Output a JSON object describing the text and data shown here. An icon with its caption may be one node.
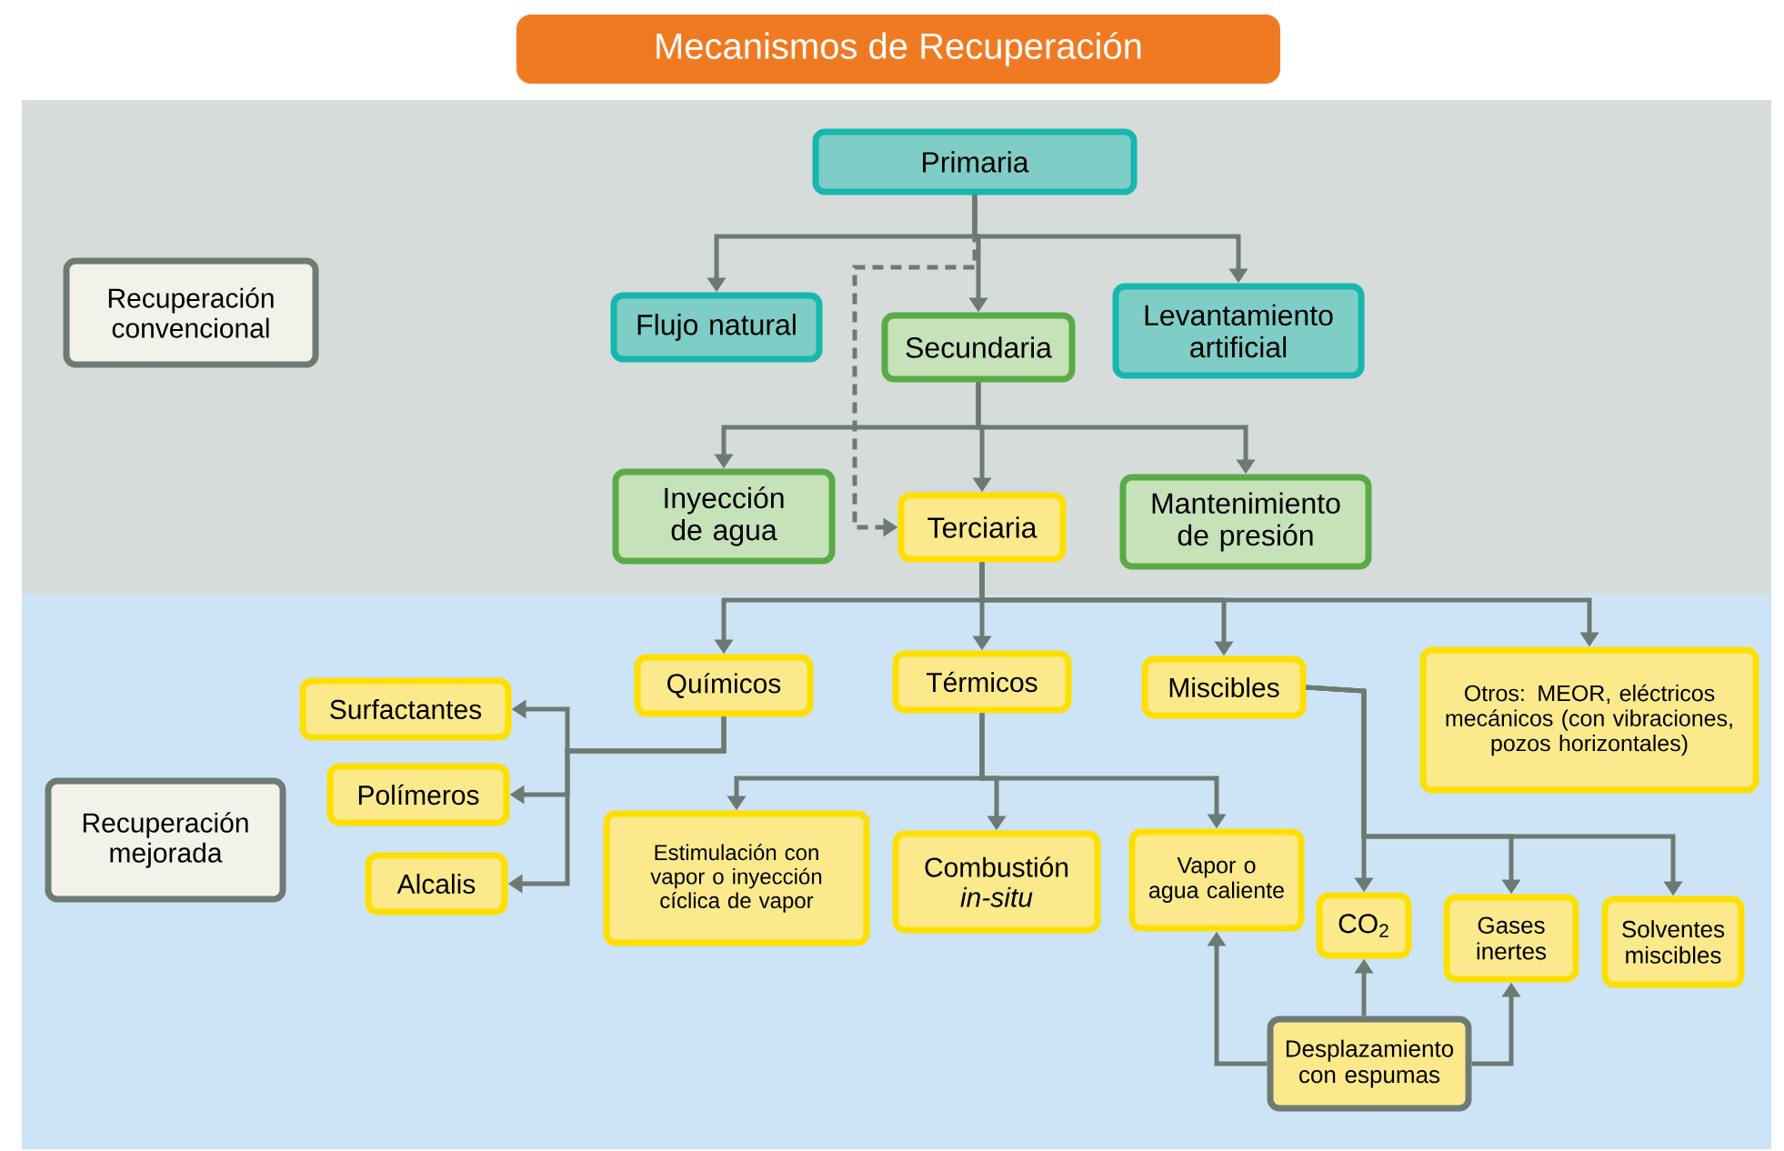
{
  "diagram": {
    "title": "Mecanismos de Recuperación",
    "nodes": [
      {
        "text": [
          "Recuperación convencional"
        ]
      },
      {
        "text": [
          "Primaria"
        ]
      },
      {
        "text": [
          "Flujo natural"
        ]
      },
      {
        "text": [
          "Secundaria"
        ]
      },
      {
        "text": [
          "Levantamiento artificial"
        ]
      },
      {
        "text": [
          "Inyección de agua"
        ]
      },
      {
        "text": [
          "Terciaria"
        ]
      },
      {
        "text": [
          "Mantenimiento de presión"
        ]
      },
      {
        "text": [
          "Recuperación mejorada"
        ]
      },
      {
        "text": [
          "Surfactantes"
        ]
      },
      {
        "text": [
          "Polímeros"
        ]
      },
      {
        "text": [
          "Alcalis"
        ]
      },
      {
        "text": [
          "Químicos"
        ]
      },
      {
        "text": [
          "Térmicos"
        ]
      },
      {
        "text": [
          "Miscibles"
        ]
      },
      {
        "text": [
          "Otros: MEOR, eléctricos mecánicos (con vibraciones, pozos horizontales)"
        ]
      },
      {
        "text": [
          "Estimulación con vapor o inyección cíclica de vapor"
        ]
      },
      {
        "text": [
          "Combustión *in-situ*"
        ]
      },
      {
        "text": [
          "Vapor o agua caliente"
        ]
      },
      {
        "text": [
          "CO$_{2}$"
        ]
      },
      {
        "text": [
          "Gases inertes"
        ]
      },
      {
        "text": [
          "Solventes miscibles"
        ]
      },
      {
        "text": [
          "Desplazamiento con espumas"
        ]
      }
    ],
    "edges": [
      {
        "from": 1,
        "to": 2,
        "arrow": "to"
      },
      {
        "from": 1,
        "to": 3,
        "arrow": "to"
      },
      {
        "from": 1,
        "to": 4,
        "arrow": "to"
      },
      {
        "from": 1,
        "to": 6,
        "arrow": "to",
        "style": "dashed"
      },
      {
        "from": 3,
        "to": 5,
        "arrow": "to"
      },
      {
        "from": 3,
        "to": 6,
        "arrow": "to"
      },
      {
        "from": 3,
        "to": 7,
        "arrow": "to"
      },
      {
        "from": 6,
        "to": 12,
        "arrow": "to"
      },
      {
        "from": 6,
        "to": 13,
        "arrow": "to"
      },
      {
        "from": 6,
        "to": 14,
        "arrow": "to"
      },
      {
        "from": 6,
        "to": 15,
        "arrow": "to"
      },
      {
        "from": 12,
        "to": 9,
        "arrow": "to"
      },
      {
        "from": 12,
        "to": 10,
        "arrow": "to"
      },
      {
        "from": 12,
        "to": 11,
        "arrow": "to"
      },
      {
        "from": 13,
        "to": 16,
        "arrow": "to"
      },
      {
        "from": 13,
        "to": 17,
        "arrow": "to"
      },
      {
        "from": 13,
        "to": 18,
        "arrow": "to"
      },
      {
        "from": 14,
        "to": 19,
        "arrow": "to"
      },
      {
        "from": 14,
        "to": 20,
        "arrow": "to"
      },
      {
        "from": 14,
        "to": 21,
        "arrow": "to"
      },
      {
        "from": 22,
        "to": 18,
        "arrow": "to"
      },
      {
        "from": 22,
        "to": 19,
        "arrow": "to"
      },
      {
        "from": 22,
        "to": 20,
        "arrow": "to"
      }
    ]
  }
}
